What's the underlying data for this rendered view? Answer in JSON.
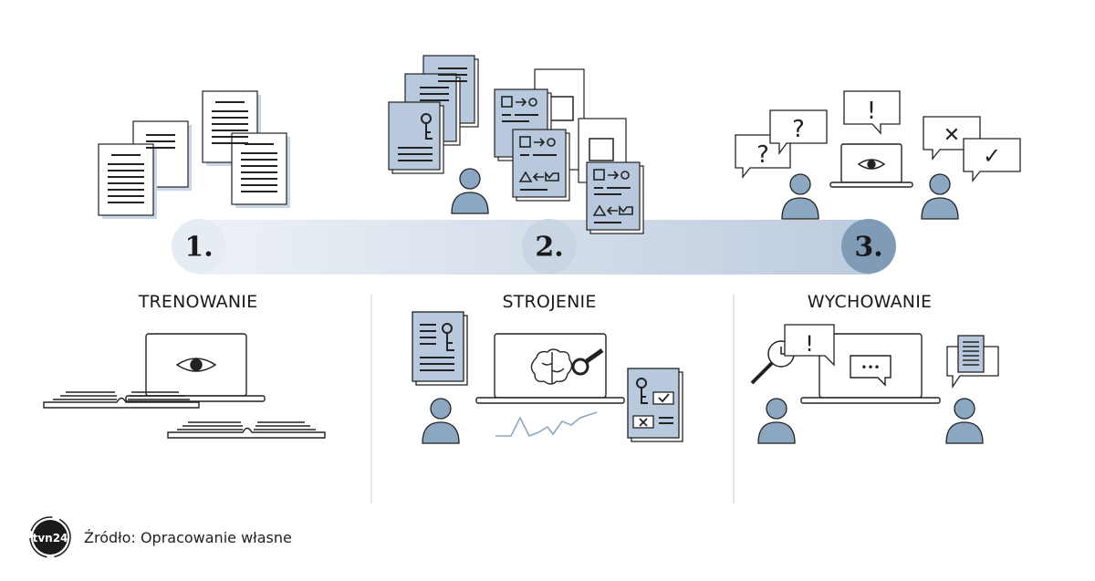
{
  "steps": [
    {
      "number": "1.",
      "label": "TRENOWANIE"
    },
    {
      "number": "2.",
      "label": "STROJENIE"
    },
    {
      "number": "3.",
      "label": "WYCHOWANIE"
    }
  ],
  "source": "Źródło: Opracowanie własne",
  "logo_text": "tvn24",
  "icon_glyphs": {
    "question": "?",
    "exclamation": "!",
    "cross": "✕",
    "check": "✓",
    "ellipsis": "•••"
  },
  "colors": {
    "accent_blue": "#aebfd6",
    "person_blue": "#8ca7c2",
    "progress_start": "#e9eef5",
    "progress_end": "#c2cfe0",
    "circle_3": "#7f9bb6",
    "divider": "#cccccc"
  }
}
